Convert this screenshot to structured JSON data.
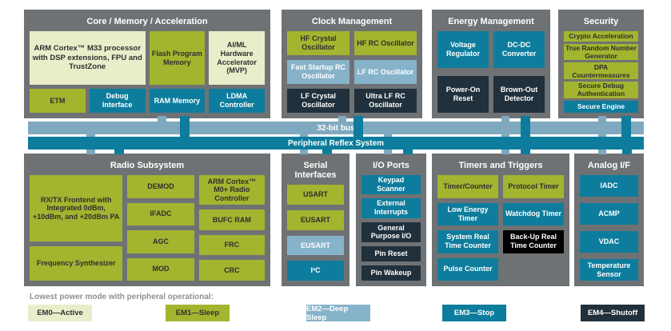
{
  "buses": {
    "bus1_label": "32-bit bus",
    "bus2_label": "Peripheral Reflex System"
  },
  "sections": {
    "core": {
      "title": "Core / Memory / Acceleration",
      "cells": [
        {
          "label": "ARM Cortex™ M33 processor with DSP extensions, FPU and TrustZone",
          "em": "EM0"
        },
        {
          "label": "Flash Program Memory",
          "em": "EM1"
        },
        {
          "label": "AI/ML Hardware Accelerator (MVP)",
          "em": "EM0"
        },
        {
          "label": "ETM",
          "em": "EM1"
        },
        {
          "label": "Debug Interface",
          "em": "EM3"
        },
        {
          "label": "RAM Memory",
          "em": "EM3"
        },
        {
          "label": "LDMA Controller",
          "em": "EM3"
        }
      ]
    },
    "clock": {
      "title": "Clock Management",
      "cells": [
        {
          "label": "HF Crystal Oscillator",
          "em": "EM1"
        },
        {
          "label": "HF RC Oscillator",
          "em": "EM1"
        },
        {
          "label": "Fast Startup RC Oscillator",
          "em": "EM2"
        },
        {
          "label": "LF RC Oscillator",
          "em": "EM2"
        },
        {
          "label": "LF Crystal Oscillator",
          "em": "EM4"
        },
        {
          "label": "Ultra LF RC Oscillator",
          "em": "EM4"
        }
      ]
    },
    "energy": {
      "title": "Energy Management",
      "cells": [
        {
          "label": "Voltage Regulator",
          "em": "EM3"
        },
        {
          "label": "DC-DC Converter",
          "em": "EM3"
        },
        {
          "label": "Power-On Reset",
          "em": "EM4"
        },
        {
          "label": "Brown-Out Detector",
          "em": "EM4"
        }
      ]
    },
    "security": {
      "title": "Security",
      "cells": [
        {
          "label": "Crypto Acceleration",
          "em": "EM1"
        },
        {
          "label": "True Random Number Generator",
          "em": "EM1"
        },
        {
          "label": "DPA Countermeasures",
          "em": "EM1"
        },
        {
          "label": "Secure Debug Authentication",
          "em": "EM1"
        },
        {
          "label": "Secure Engine",
          "em": "EM3"
        }
      ]
    },
    "radio": {
      "title": "Radio Subsystem",
      "cells": [
        {
          "label": "RX/TX Frontend with Integrated 0dBm, +10dBm, and +20dBm PA",
          "em": "EM1"
        },
        {
          "label": "Frequency Synthesizer",
          "em": "EM1"
        },
        {
          "label": "DEMOD",
          "em": "EM1"
        },
        {
          "label": "IFADC",
          "em": "EM1"
        },
        {
          "label": "AGC",
          "em": "EM1"
        },
        {
          "label": "MOD",
          "em": "EM1"
        },
        {
          "label": "ARM Cortex™ M0+ Radio Controller",
          "em": "EM1"
        },
        {
          "label": "BUFC RAM",
          "em": "EM1"
        },
        {
          "label": "FRC",
          "em": "EM1"
        },
        {
          "label": "CRC",
          "em": "EM1"
        }
      ]
    },
    "serial": {
      "title": "Serial Interfaces",
      "cells": [
        {
          "label": "USART",
          "em": "EM1"
        },
        {
          "label": "EUSART",
          "em": "EM1"
        },
        {
          "label": "EUSART",
          "em": "EM2"
        },
        {
          "label": "I²C",
          "em": "EM3"
        }
      ]
    },
    "io": {
      "title": "I/O Ports",
      "cells": [
        {
          "label": "Keypad Scanner",
          "em": "EM3"
        },
        {
          "label": "External Interrupts",
          "em": "EM3"
        },
        {
          "label": "General Purpose I/O",
          "em": "EM4"
        },
        {
          "label": "Pin Reset",
          "em": "EM4"
        },
        {
          "label": "Pin Wakeup",
          "em": "EM4"
        }
      ]
    },
    "timers": {
      "title": "Timers and Triggers",
      "cells": [
        {
          "label": "Timer/Counter",
          "em": "EM1"
        },
        {
          "label": "Protocol Timer",
          "em": "EM1"
        },
        {
          "label": "Low Energy Timer",
          "em": "EM3"
        },
        {
          "label": "Watchdog Timer",
          "em": "EM3"
        },
        {
          "label": "System Real Time Counter",
          "em": "EM3"
        },
        {
          "label": "Back-Up Real Time Counter",
          "em": "EM4"
        },
        {
          "label": "Pulse Counter",
          "em": "EM3"
        }
      ]
    },
    "analog": {
      "title": "Analog I/F",
      "cells": [
        {
          "label": "IADC",
          "em": "EM3"
        },
        {
          "label": "ACMP",
          "em": "EM3"
        },
        {
          "label": "VDAC",
          "em": "EM3"
        },
        {
          "label": "Temperature Sensor",
          "em": "EM3"
        }
      ]
    }
  },
  "legend": {
    "title": "Lowest power mode with peripheral operational:",
    "items": [
      {
        "label": "EM0—Active",
        "color": "#e9edca"
      },
      {
        "label": "EM1—Sleep",
        "color": "#a3b42f"
      },
      {
        "label": "EM2—Deep Sleep",
        "color": "#86b3c9"
      },
      {
        "label": "EM3—Stop",
        "color": "#0e7d9d"
      },
      {
        "label": "EM4—Shutoff",
        "color": "#20303c"
      }
    ]
  },
  "colors": {
    "section_background": "#6f7274",
    "bus_32bit": "#7fa9bf",
    "bus_prs": "#0e7d9d",
    "backup_rtc_black": "#000000",
    "page_background": "#ffffff"
  }
}
